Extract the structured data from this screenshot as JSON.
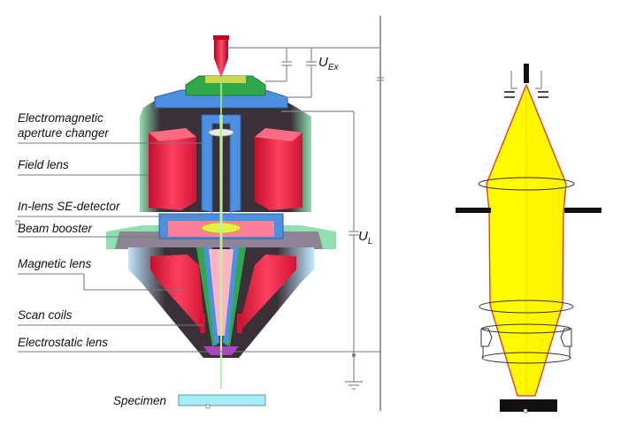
{
  "labels": {
    "aperture_line1": "Electromagnetic",
    "aperture_line2": "aperture changer",
    "field_lens": "Field lens",
    "inlens_detector": "In-lens SE-detector",
    "beam_booster": "Beam booster",
    "magnetic_lens": "Magnetic lens",
    "scan_coils": "Scan coils",
    "electrostatic_lens": "Electrostatic lens",
    "specimen": "Specimen"
  },
  "voltages": {
    "u_ex_main": "U",
    "u_ex_sub": "Ex",
    "u_l_main": "U",
    "u_l_sub": "L"
  },
  "colors": {
    "lens_red": "#e8173c",
    "housing": "#4a4148",
    "shield_blue": "#3d7fd6",
    "edge_green": "#7fe3a8",
    "cone_yellow": "#ffff00",
    "specimen_cyan": "#a8ecf5",
    "beam_green": "#9ee872"
  }
}
